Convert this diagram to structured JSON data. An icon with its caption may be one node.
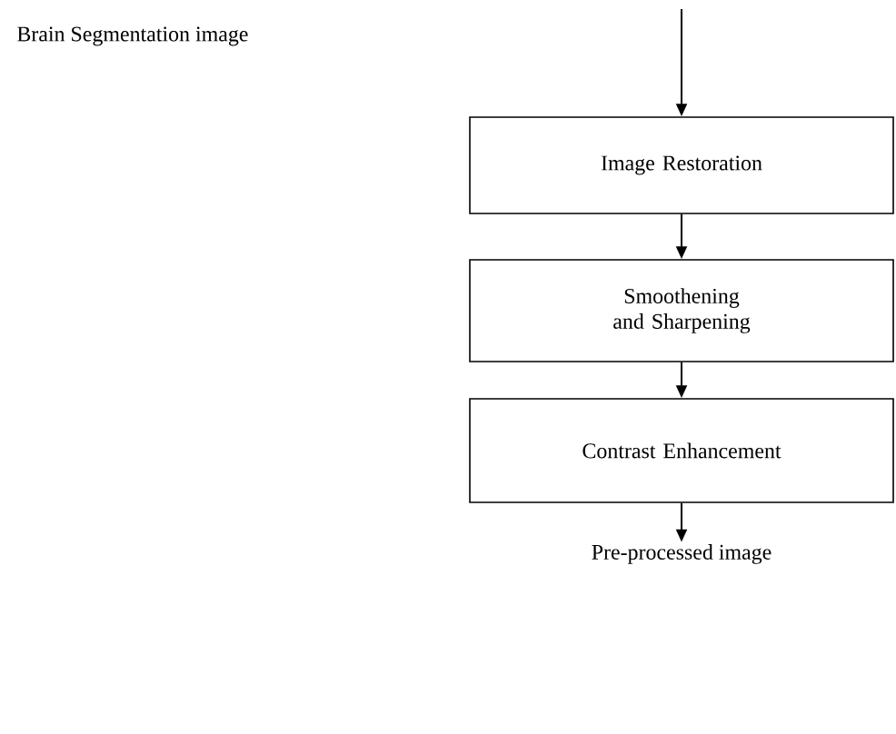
{
  "diagram": {
    "nodes": [
      {
        "text": [
          "Image Restoration"
        ]
      },
      {
        "text": [
          "Smoothening and Sharpening"
        ]
      },
      {
        "text": [
          "Contrast Enhancement"
        ]
      },
      {
        "text": [
          "Pre-processed image"
        ]
      }
    ],
    "edges": [
      {
        "from": null,
        "to": 0,
        "arrow": "to"
      },
      {
        "from": 0,
        "to": 1,
        "arrow": "to"
      },
      {
        "from": 1,
        "to": 2,
        "arrow": "to"
      },
      {
        "from": 2,
        "to": 3,
        "arrow": "to"
      }
    ],
    "labels": [
      "Brain Segmentation image"
    ]
  }
}
